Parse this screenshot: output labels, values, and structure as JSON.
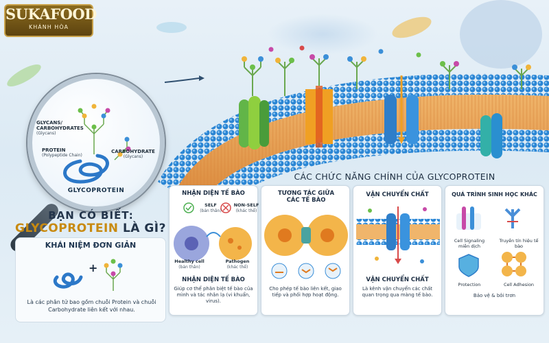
{
  "logo": {
    "brand": "SUKAFOOD",
    "sub": "KHÁNH HÒA"
  },
  "lens": {
    "glycans_label": "GLYCANS/ CARBOHYDRATES",
    "glycans_sub": "(Glycans)",
    "protein_label": "PROTEIN",
    "protein_sub": "(Polypeptide Chain)",
    "carb_label": "CARBOHYDRATE",
    "carb_sub": "(Glycans)",
    "title": "GLYCOPROTEIN"
  },
  "question": {
    "line1": "BẠN CÓ BIẾT:",
    "line2_highlight": "GLYCOPROTEIN",
    "line2_rest": " LÀ GÌ?"
  },
  "concept": {
    "title": "KHÁI NIỆM ĐƠN GIẢN",
    "plus": "+",
    "text": "Là các phân tử bao gồm chuỗi Protein và chuỗi Carbohydrate liên kết với nhau."
  },
  "main_title": "CÁC CHỨC NĂNG CHÍNH CỦA GLYCOPROTEIN",
  "cards": {
    "recognition": {
      "title": "NHẬN DIỆN TẾ BÀO",
      "self": "SELF",
      "self_sub": "(bản thân)",
      "nonself": "NON-SELF",
      "nonself_sub": "(khác thể)",
      "healthy": "Healthy cell",
      "healthy_sub": "(bản thân)",
      "pathogen": "Pathogen",
      "pathogen_sub": "(khác thể)",
      "title2": "NHẬN DIỆN TẾ BÀO",
      "desc": "Giúp cơ thể phân biệt tế bào của mình và tác nhân lạ (vi khuẩn, virus)."
    },
    "interaction": {
      "title": "TƯƠNG TÁC GIỮA CÁC TẾ BÀO",
      "desc": "Cho phép tế bào liên kết, giao tiếp và phối hợp hoạt động."
    },
    "transport": {
      "title": "VẬN CHUYỂN CHẤT",
      "title2": "VẬN CHUYỂN CHẤT",
      "desc": "Là kênh vận chuyển các chất quan trọng qua màng tế bào."
    },
    "bio": {
      "title": "QUÁ TRÌNH SINH HỌC KHÁC",
      "signaling": "Cell Signaling miễn dịch",
      "signal_transmit": "Truyền tín hiệu tế bào",
      "protection": "Protection",
      "adhesion": "Cell Adhesion",
      "footer": "Bảo vệ & bôi trơn"
    }
  },
  "colors": {
    "accent": "#c88a10",
    "title": "#1d2d40",
    "membrane_head": "#2f8fd8",
    "membrane_tail": "#e8a05a"
  }
}
